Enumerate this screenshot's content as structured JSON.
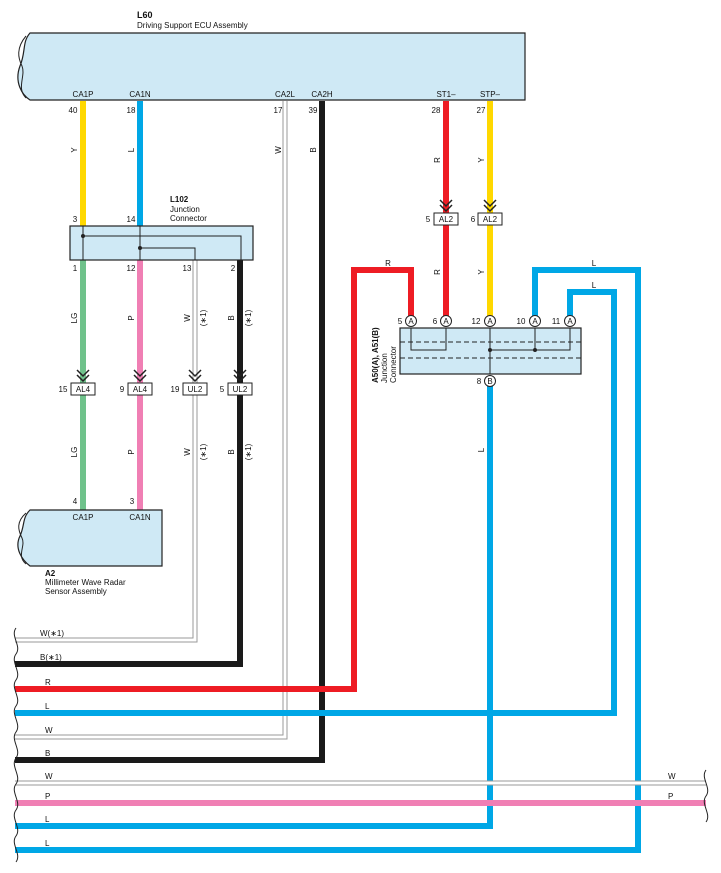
{
  "ecu": {
    "code": "L60",
    "name": "Driving Support ECU Assembly",
    "pins": [
      {
        "label": "CA1P",
        "num": "40"
      },
      {
        "label": "CA1N",
        "num": "18"
      },
      {
        "label": "CA2L",
        "num": "17"
      },
      {
        "label": "CA2H",
        "num": "39"
      },
      {
        "label": "ST1–",
        "num": "28"
      },
      {
        "label": "STP–",
        "num": "27"
      }
    ]
  },
  "junction_l102": {
    "code": "L102",
    "name_line1": "Junction",
    "name_line2": "Connector",
    "top_pins": [
      "3",
      "14"
    ],
    "bottom_pins": [
      "1",
      "12",
      "13",
      "2"
    ]
  },
  "junction_a50": {
    "code": "A50(A), A51(B)",
    "name_line1": "Junction",
    "name_line2": "Connector",
    "top_pins": [
      {
        "num": "5",
        "tag": "A"
      },
      {
        "num": "6",
        "tag": "A"
      },
      {
        "num": "12",
        "tag": "A"
      },
      {
        "num": "10",
        "tag": "A"
      },
      {
        "num": "11",
        "tag": "A"
      }
    ],
    "bottom_pin": {
      "num": "8",
      "tag": "B"
    }
  },
  "radar": {
    "code": "A2",
    "name_line1": "Millimeter Wave Radar",
    "name_line2": "Sensor Assembly",
    "pins": [
      {
        "label": "CA1P",
        "num": "4"
      },
      {
        "label": "CA1N",
        "num": "3"
      }
    ]
  },
  "inline_connectors": {
    "AL2_red": {
      "pin": "5",
      "name": "AL2"
    },
    "AL2_yellow": {
      "pin": "6",
      "name": "AL2"
    },
    "AL4_green": {
      "pin": "15",
      "name": "AL4"
    },
    "AL4_pink": {
      "pin": "9",
      "name": "AL4"
    },
    "UL2_white": {
      "pin": "19",
      "name": "UL2"
    },
    "UL2_black": {
      "pin": "5",
      "name": "UL2"
    }
  },
  "wire_labels": {
    "Y": "Y",
    "L": "L",
    "W": "W",
    "B": "B",
    "R": "R",
    "LG": "LG",
    "P": "P",
    "note": "(∗1)"
  },
  "bus_labels": {
    "w1": "W(∗1)",
    "b1": "B(∗1)",
    "r": "R",
    "l1": "L",
    "w2": "W",
    "b2": "B",
    "w3": "W",
    "p": "P",
    "l2": "L",
    "l3": "L",
    "w3_right": "W",
    "p_right": "P"
  },
  "colors": {
    "yellow": "#ffd800",
    "blue": "#00a7e6",
    "red": "#ee1c24",
    "black": "#1a1a1a",
    "white_wire": "#9a9a9a",
    "green": "#6fc28b",
    "pink": "#f07fb4",
    "component_fill": "#cfe9f5"
  }
}
